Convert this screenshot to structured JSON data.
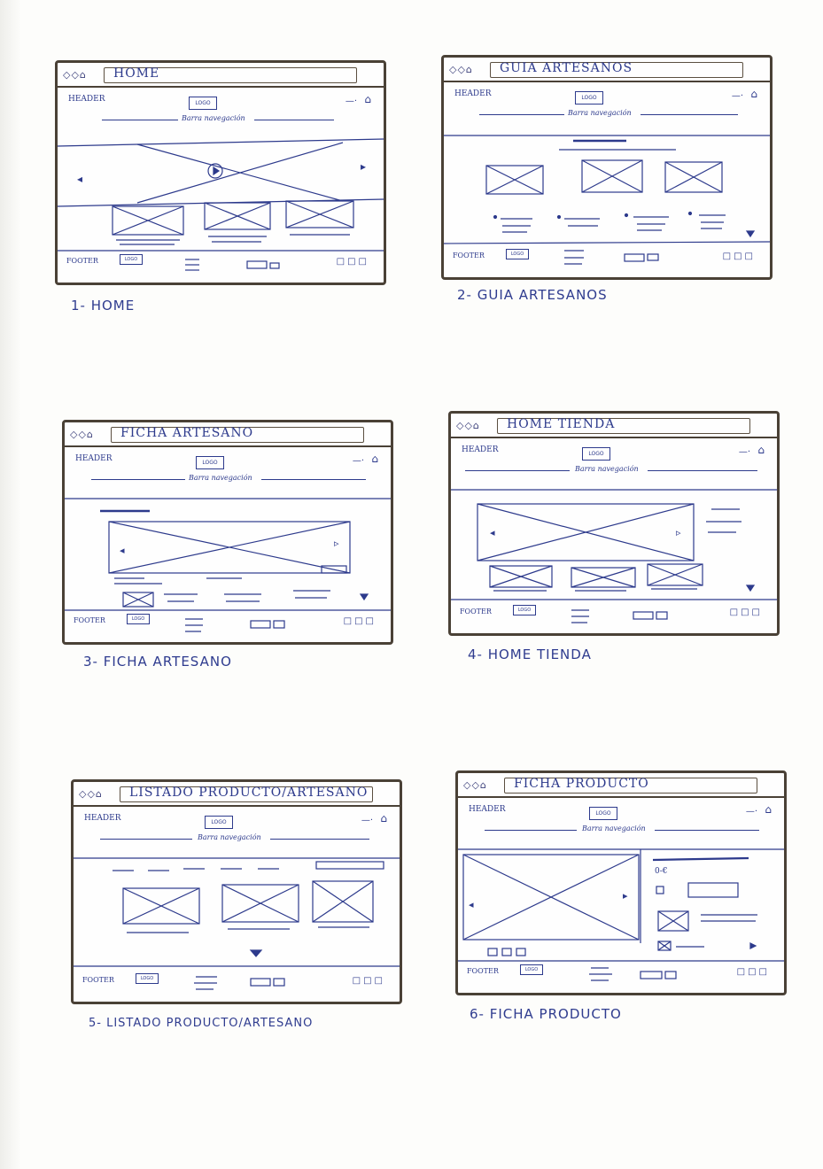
{
  "common": {
    "browser_icons": "◇◇⌂",
    "header_label": "HEADER",
    "logo_label": "LOGO",
    "nav_label": "Barra navegación",
    "footer_label": "FOOTER",
    "cart_icon": "cart-icon",
    "user_icon": "user-dash-icon",
    "social_icons": "□□□"
  },
  "wireframes": [
    {
      "url": "HOME",
      "caption": "1- HOME"
    },
    {
      "url": "GUIA ARTESANOS",
      "caption": "2- GUIA ARTESANOS"
    },
    {
      "url": "FICHA ARTESANO",
      "caption": "3- FICHA ARTESANO"
    },
    {
      "url": "HOME TIENDA",
      "caption": "4- HOME TIENDA"
    },
    {
      "url": "LISTADO PRODUCTO/ARTESANO",
      "caption": "5- LISTADO PRODUCTO/ARTESANO"
    },
    {
      "url": "FICHA PRODUCTO",
      "caption": "6- FICHA PRODUCTO"
    }
  ],
  "product_detail": {
    "price": "0-€"
  },
  "colors": {
    "ink": "#2d3a8c",
    "frame": "#4a4136",
    "paper": "#fdfdfb"
  }
}
